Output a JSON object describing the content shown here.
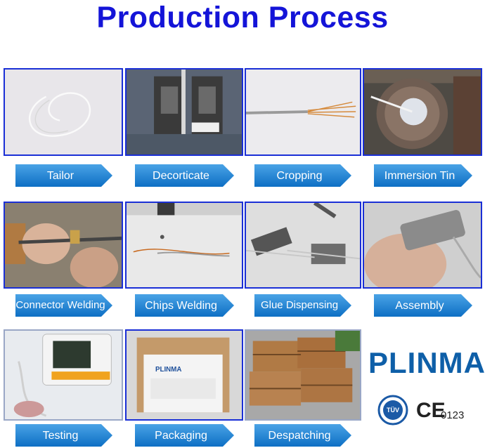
{
  "page": {
    "title": "Production Process"
  },
  "steps": [
    {
      "label": "Tailor"
    },
    {
      "label": "Decorticate"
    },
    {
      "label": "Cropping"
    },
    {
      "label": "Immersion Tin"
    },
    {
      "label": "Connector Welding"
    },
    {
      "label": "Chips Welding"
    },
    {
      "label": "Glue Dispensing"
    },
    {
      "label": "Assembly"
    },
    {
      "label": "Testing"
    },
    {
      "label": "Packaging"
    },
    {
      "label": "Despatching"
    }
  ],
  "brand": {
    "logo_text": "PLINMA",
    "cert_ce": "CE",
    "cert_number": "0123",
    "tuv_text": "TÜV",
    "colors": {
      "title": "#1414d8",
      "label": "#0d6fc4",
      "logo": "#0e5fa8",
      "frame": "#1a2fd6"
    }
  }
}
